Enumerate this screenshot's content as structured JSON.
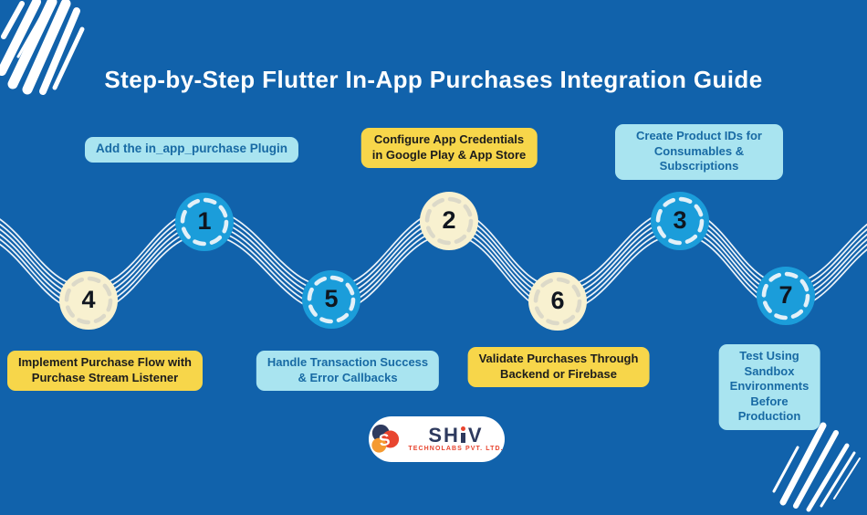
{
  "title": "Step-by-Step Flutter In-App Purchases Integration Guide",
  "steps": [
    {
      "num": "1",
      "label": "Add the in_app_purchase Plugin",
      "circle_style": "blue",
      "label_style": "cyan"
    },
    {
      "num": "2",
      "label": "Configure App Credentials\nin Google Play & App Store",
      "circle_style": "cream",
      "label_style": "yellow"
    },
    {
      "num": "3",
      "label": "Create Product IDs for\nConsumables & Subscriptions",
      "circle_style": "blue",
      "label_style": "cyan"
    },
    {
      "num": "4",
      "label": "Implement Purchase Flow with\nPurchase Stream Listener",
      "circle_style": "cream",
      "label_style": "yellow"
    },
    {
      "num": "5",
      "label": "Handle Transaction Success\n& Error Callbacks",
      "circle_style": "blue",
      "label_style": "cyan"
    },
    {
      "num": "6",
      "label": "Validate Purchases Through\nBackend or Firebase",
      "circle_style": "cream",
      "label_style": "yellow"
    },
    {
      "num": "7",
      "label": "Test Using Sandbox\nEnvironments Before\nProduction",
      "circle_style": "blue",
      "label_style": "cyan"
    }
  ],
  "logo": {
    "brand": "SHIV",
    "brand_sh": "SH",
    "brand_v": "V",
    "subtitle": "TECHNOLABS PVT. LTD."
  },
  "colors": {
    "background": "#1162AB",
    "title_text": "#FFFFFF",
    "wave_lines": "#FFFFFF",
    "circle_blue": "#1B9DDA",
    "circle_blue_dash": "#E2F0F8",
    "circle_cream": "#F8F1D0",
    "circle_cream_dash": "#DCD9C8",
    "number_text": "#10161F",
    "label_cyan_bg": "#A9E4F0",
    "label_cyan_text": "#186AA4",
    "label_yellow_bg": "#F7D64A",
    "label_yellow_text": "#1C1C1C",
    "logo_navy": "#2E3A5E",
    "logo_red": "#E8452F",
    "logo_orange": "#F59A31"
  }
}
